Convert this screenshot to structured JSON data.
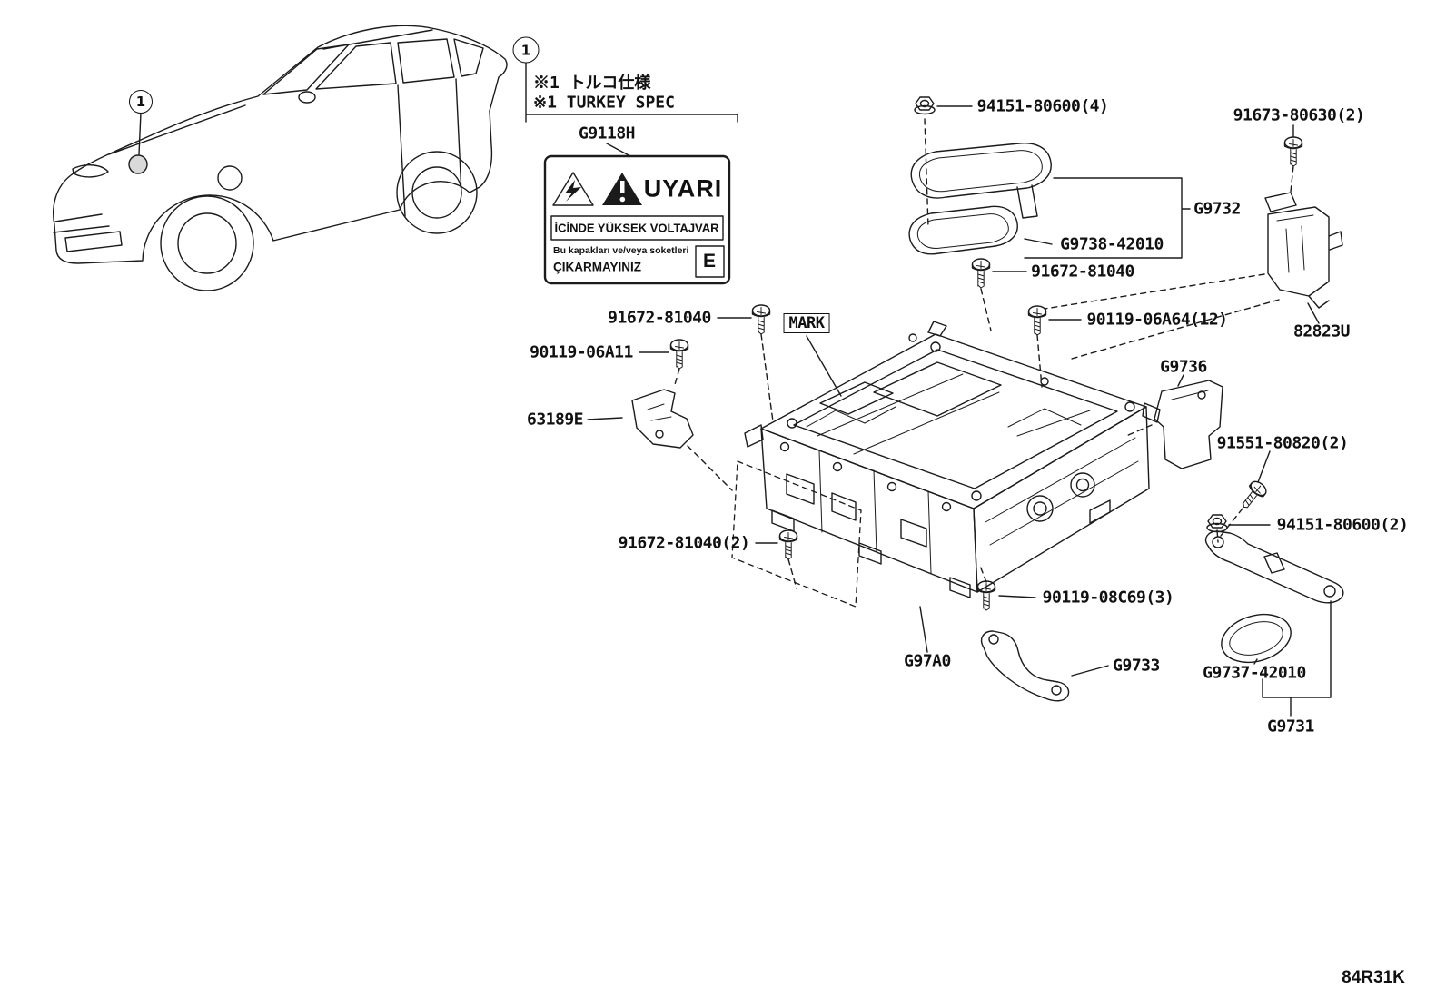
{
  "page": {
    "drawing_code": "84R31K"
  },
  "callouts": {
    "car": "1",
    "section": "1"
  },
  "notes": {
    "jp": "※1 トルコ仕様",
    "en": "※1 TURKEY SPEC"
  },
  "warning_label": {
    "part_no": "G9118H",
    "title": "UYARI",
    "voltage_line": "İCİNDE YÜKSEK VOLTAJVAR",
    "caution_line1": "Bu kapakları ve/veya soketleri",
    "caution_line2": "ÇIKARMAYINIZ",
    "cert_mark": "E"
  },
  "part_labels": {
    "nut_top": "94151-80600(4)",
    "screw_tr": "91673-80630(2)",
    "gasket_set": "G9732",
    "gasket_upper": "G9738-42010",
    "bolt_top": "91672-81040",
    "bolt_left": "91672-81040",
    "mark": "MARK",
    "bolt_main": "90119-06A64(12)",
    "ecu_bracket": "82823U",
    "bolt_small": "90119-06A11",
    "bracket_left": "63189E",
    "shield": "G9736",
    "screw_shield": "91551-80820(2)",
    "nut_right": "94151-80600(2)",
    "bolt_left2": "91672-81040(2)",
    "bolt_bottom": "90119-08C69(3)",
    "inverter": "G97A0",
    "bracket_lower": "G9733",
    "gasket_oval": "G9737-42010",
    "bracket_right": "G9731"
  }
}
